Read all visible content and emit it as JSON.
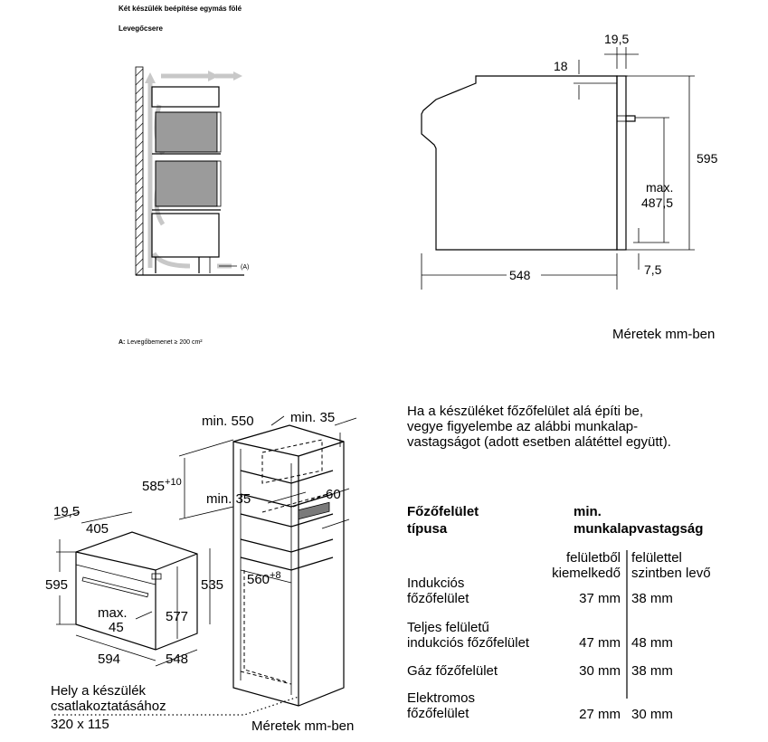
{
  "panel_ventilation": {
    "title": "Két készülék beépítése egymás fölé",
    "subtitle": "Levegőcsere",
    "callout": "(A)",
    "footnote_key": "A:",
    "footnote_text": "Levegőbemenet ≥ 200 cm²"
  },
  "panel_side": {
    "dim_top_gap": "19,5",
    "dim_18": "18",
    "dim_595": "595",
    "dim_max_label": "max.",
    "dim_max_value": "487,5",
    "dim_548": "548",
    "dim_7_5": "7,5",
    "units": "Méretek mm-ben"
  },
  "panel_cabinet": {
    "min550_label": "min. 550",
    "min35_top_label": "min. 35",
    "dim_585": "585",
    "dim_585_sup": "+10",
    "min35_label": "min. 35",
    "dim_60": "60",
    "dim_560": "560",
    "dim_560_sup": "+8",
    "dim_19_5": "19,5",
    "dim_405": "405",
    "dim_595": "595",
    "dim_535": "535",
    "dim_max_label": "max.",
    "dim_max_value": "45",
    "dim_577": "577",
    "dim_594": "594",
    "dim_548": "548",
    "connection_line1": "Hely a készülék",
    "connection_line2": "csatlakoztatásához",
    "connection_line3": "320 x 115",
    "units": "Méretek mm-ben"
  },
  "cooktop_info": {
    "intro": "Ha a készüléket főzőfelület alá építi be,\nvegye figyelembe az alábbi munkalap-\nvastagságot (adott esetben alátéttel együtt).",
    "header_type_line1": "Főzőfelület",
    "header_type_line2": "típusa",
    "header_min_line1": "min.",
    "header_min_line2": "munkalapvastagság",
    "sub_raised_line1": "felületből",
    "sub_raised_line2": "kiemelkedő",
    "sub_flush_line1": "felülettel",
    "sub_flush_line2": "szintben levő",
    "rows": [
      {
        "type_line1": "Indukciós",
        "type_line2": "főzőfelület",
        "raised": "37 mm",
        "flush": "38 mm"
      },
      {
        "type_line1": "Teljes felületű",
        "type_line2": "indukciós főzőfelület",
        "raised": "47 mm",
        "flush": "48 mm"
      },
      {
        "type_line1": "Gáz főzőfelület",
        "type_line2": "",
        "raised": "30 mm",
        "flush": "38 mm"
      },
      {
        "type_line1": "Elektromos",
        "type_line2": "főzőfelület",
        "raised": "27 mm",
        "flush": "30 mm"
      }
    ]
  }
}
